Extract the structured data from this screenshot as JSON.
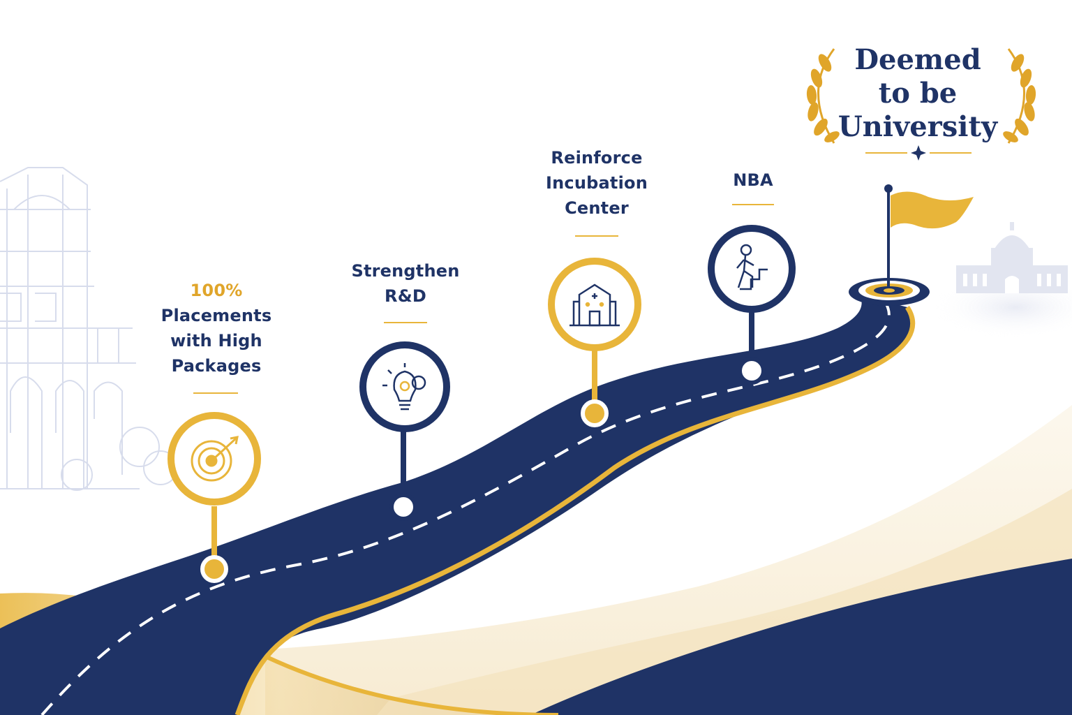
{
  "goal": {
    "lines": [
      "Deemed",
      "to be",
      "University"
    ]
  },
  "milestones": [
    {
      "lines": [
        "100%",
        "Placements",
        "with High",
        "Packages"
      ],
      "icon": "target-icon"
    },
    {
      "lines": [
        "Strengthen",
        "R&D"
      ],
      "icon": "lightbulb-gear-icon"
    },
    {
      "lines": [
        "Reinforce",
        "Incubation",
        "Center"
      ],
      "icon": "building-icon"
    },
    {
      "lines": [
        "NBA"
      ],
      "icon": "person-climbing-stairs-icon"
    }
  ],
  "colors": {
    "navy": "#1f3366",
    "gold": "#e8b53a",
    "light_gold": "#f1d9a3",
    "sketch": "#d5dae8"
  }
}
